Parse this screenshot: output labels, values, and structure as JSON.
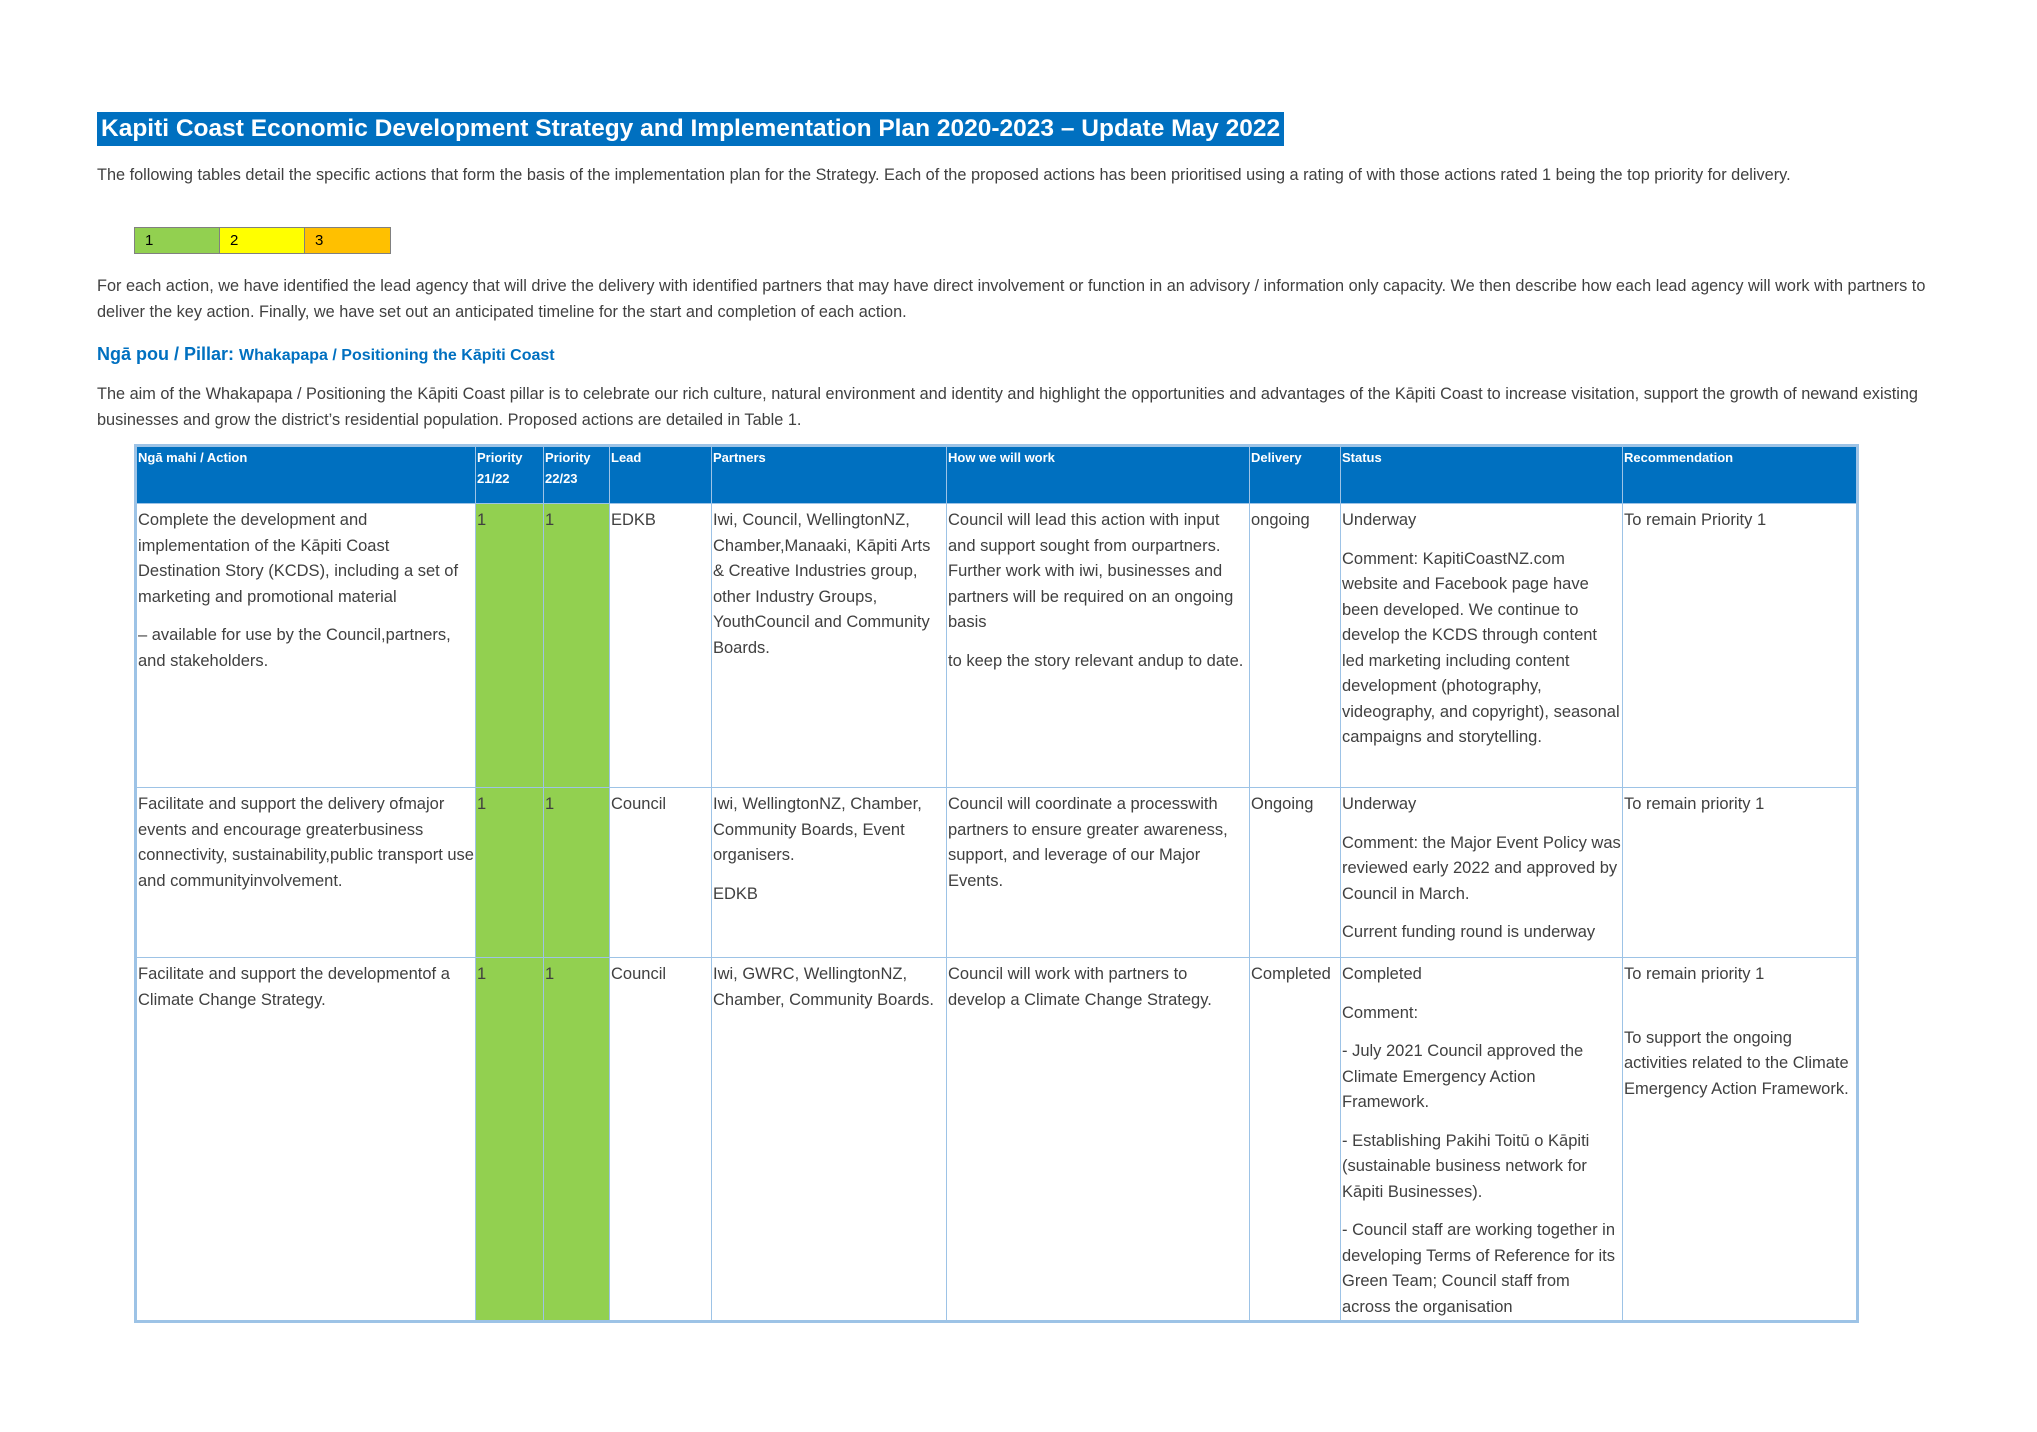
{
  "document": {
    "title": "Kapiti Coast Economic Development Strategy and Implementation Plan 2020-2023 – Update May 2022",
    "intro": "The following tables detail the specific actions that form the basis of the implementation plan for the Strategy. Each of the proposed actions has been prioritised using a rating of with those actions rated 1 being the top priority for delivery.",
    "legend": [
      {
        "label": "1",
        "color": "#92d050"
      },
      {
        "label": "2",
        "color": "#ffff00"
      },
      {
        "label": "3",
        "color": "#ffc000"
      }
    ],
    "lead_paragraph": "For each action, we have identified the lead agency that will drive the delivery with identified partners that may have direct involvement or function in an advisory / information only capacity. We then describe how each lead agency will work with partners to deliver the key action. Finally, we have set out an anticipated timeline for the start and completion of each action.",
    "pillar_label": "Ngā pou / Pillar: ",
    "pillar_name": "Whakapapa / Positioning the Kāpiti Coast",
    "pillar_aim": "The aim of the Whakapapa / Positioning the Kāpiti Coast pillar is to celebrate our rich culture, natural environment and identity and highlight the opportunities and advantages of the Kāpiti Coast to increase visitation, support the growth of newand existing businesses and grow the district’s residential population. Proposed actions are detailed in Table 1."
  },
  "table": {
    "headers": {
      "action": "Ngā mahi / Action",
      "p1_line1": "Priority",
      "p1_line2": "21/22",
      "p2_line1": "Priority",
      "p2_line2": "22/23",
      "lead": "Lead",
      "partners": "Partners",
      "how": "How we will work",
      "delivery": "Delivery",
      "status": "Status",
      "recommendation": "Recommendation"
    },
    "rows": [
      {
        "action_1": "Complete the development and implementation of the Kāpiti Coast Destination Story (KCDS), including a set of marketing and promotional material",
        "action_2": "– available for use by the Council,partners, and stakeholders.",
        "p1": "1",
        "p2": "1",
        "lead": "EDKB",
        "partners_1": "Iwi, Council, WellingtonNZ, Chamber,Manaaki, Kāpiti Arts & Creative Industries group, other Industry Groups, YouthCouncil and Community Boards.",
        "how_1": "Council will lead this action with input and support sought from ourpartners. Further work with iwi, businesses and partners will be required on an ongoing basis",
        "how_2": "to keep the story relevant andup to date.",
        "delivery": "ongoing",
        "status_1": "Underway",
        "status_2": "Comment: KapitiCoastNZ.com website and Facebook page have been developed. We continue to develop the KCDS through content led marketing including content development (photography, videography, and copyright), seasonal campaigns and storytelling.",
        "rec_1": "To remain Priority 1"
      },
      {
        "action_1": "Facilitate and support the delivery ofmajor events and encourage greaterbusiness connectivity, sustainability,public transport use and communityinvolvement.",
        "p1": "1",
        "p2": "1",
        "lead": "Council",
        "partners_1": "Iwi, WellingtonNZ, Chamber, Community Boards, Event organisers.",
        "partners_2": "EDKB",
        "how_1": "Council will coordinate a processwith partners to ensure greater awareness, support, and leverage  of our Major Events.",
        "delivery": "Ongoing",
        "status_1": "Underway",
        "status_2": "Comment: the Major Event Policy was reviewed early 2022 and approved by Council in March.",
        "status_3": "Current funding round is underway",
        "rec_1": "To remain priority 1"
      },
      {
        "action_1": "Facilitate and support the developmentof a Climate Change Strategy.",
        "p1": "1",
        "p2": "1",
        "lead": "Council",
        "partners_1": "Iwi, GWRC, WellingtonNZ, Chamber, Community Boards.",
        "how_1": "Council will work with partners to develop a Climate Change Strategy.",
        "delivery": "Completed",
        "status_1": "Completed",
        "status_2": "Comment:",
        "status_3": "- July 2021 Council approved the Climate Emergency Action Framework.",
        "status_4": "- Establishing Pakihi Toitū o Kāpiti (sustainable business network for Kāpiti Businesses).",
        "status_5": "- Council staff are working together in developing Terms of Reference for its Green Team; Council staff from across the organisation",
        "rec_1": "To remain priority 1",
        "rec_2": "To support the ongoing activities related to the Climate Emergency Action Framework."
      }
    ]
  }
}
